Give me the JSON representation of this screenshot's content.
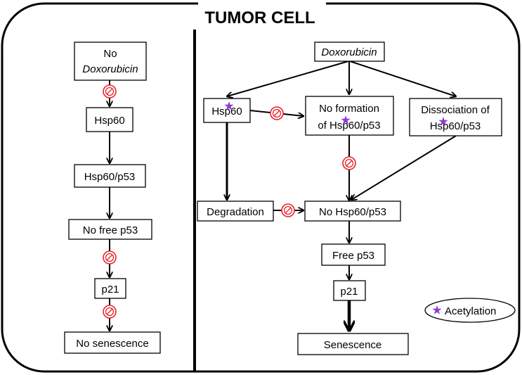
{
  "title": "TUMOR CELL",
  "left_panel": {
    "no_doxorubicin": {
      "line1": "No",
      "line2": "Doxorubicin"
    },
    "hsp60": "Hsp60",
    "hsp60_p53": "Hsp60/p53",
    "no_free_p53": "No  free  p53",
    "p21": "p21",
    "no_senescence": "No senescence"
  },
  "right_panel": {
    "doxorubicin": "Doxorubicin",
    "hsp60": "Hsp60",
    "no_formation": {
      "line1": "No  formation",
      "line2": "of  Hsp60/p53"
    },
    "dissociation": {
      "line1": "Dissociation  of",
      "line2": "Hsp60/p53"
    },
    "degradation": "Degradation",
    "no_hsp60_p53": "No  Hsp60/p53",
    "free_p53": "Free  p53",
    "p21": "p21",
    "senescence": "Senescence"
  },
  "legend": {
    "label": "Acetylation",
    "icon": "star-icon"
  },
  "colors": {
    "inhibit": "#e8242c",
    "acetylation_star": "#8e3bd6",
    "line": "#000000"
  }
}
